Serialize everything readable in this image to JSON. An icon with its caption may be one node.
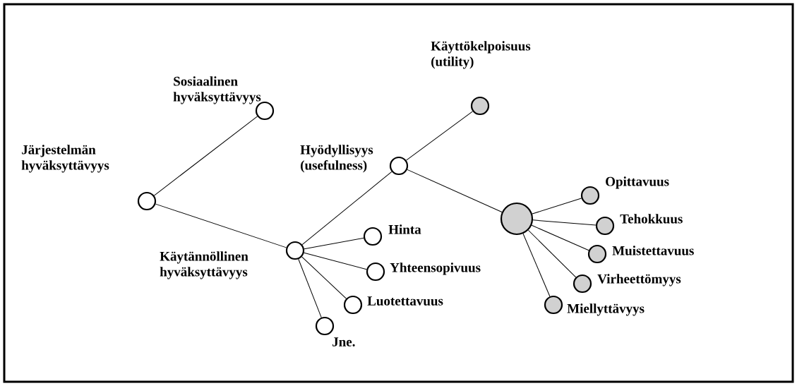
{
  "diagram": {
    "nodes": [
      {
        "text": [
          "Järjestelmän hyväksyttävyys"
        ]
      },
      {
        "text": [
          "Sosiaalinen hyväksyttävyys"
        ]
      },
      {
        "text": [
          "Käytännöllinen hyväksyttävyys"
        ]
      },
      {
        "text": [
          "Hyödyllisyys (usefulness)"
        ]
      },
      {
        "text": [
          "Käyttökelpoisuus (utility)"
        ]
      },
      {
        "text": [],
        "shape": "circle"
      },
      {
        "text": [
          "Hinta"
        ]
      },
      {
        "text": [
          "Yhteensopivuus"
        ]
      },
      {
        "text": [
          "Luotettavuus"
        ]
      },
      {
        "text": [
          "Jne."
        ]
      },
      {
        "text": [
          "Opittavuus"
        ]
      },
      {
        "text": [
          "Tehokkuus"
        ]
      },
      {
        "text": [
          "Muistettavuus"
        ]
      },
      {
        "text": [
          "Virheettömyys"
        ]
      },
      {
        "text": [
          "Miellyttävyys"
        ]
      }
    ],
    "edges": [
      {
        "from": 0,
        "to": 1,
        "arrow": "none"
      },
      {
        "from": 0,
        "to": 2,
        "arrow": "none"
      },
      {
        "from": 2,
        "to": 3,
        "arrow": "none"
      },
      {
        "from": 3,
        "to": 4,
        "arrow": "none"
      },
      {
        "from": 3,
        "to": 5,
        "arrow": "none"
      },
      {
        "from": 2,
        "to": 6,
        "arrow": "none"
      },
      {
        "from": 2,
        "to": 7,
        "arrow": "none"
      },
      {
        "from": 2,
        "to": 8,
        "arrow": "none"
      },
      {
        "from": 2,
        "to": 9,
        "arrow": "none"
      },
      {
        "from": 5,
        "to": 10,
        "arrow": "none"
      },
      {
        "from": 5,
        "to": 11,
        "arrow": "none"
      },
      {
        "from": 5,
        "to": 12,
        "arrow": "none"
      },
      {
        "from": 5,
        "to": 13,
        "arrow": "none"
      },
      {
        "from": 5,
        "to": 14,
        "arrow": "none"
      }
    ]
  }
}
